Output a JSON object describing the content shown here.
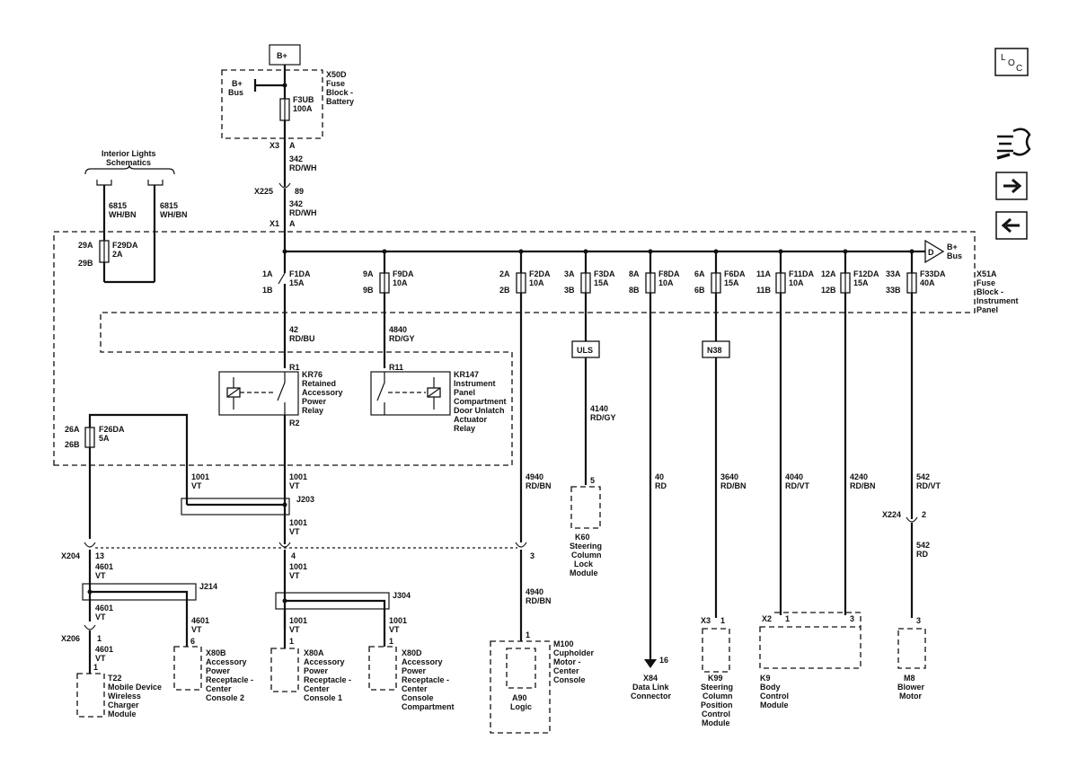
{
  "side_icons": [
    {
      "name": "loc-icon",
      "label": "L",
      "label2": "O",
      "label3": "C"
    },
    {
      "name": "service-tools-icon"
    },
    {
      "name": "next-page-arrow-icon"
    },
    {
      "name": "previous-page-arrow-icon"
    }
  ],
  "labels": {
    "bplus_top": "B+",
    "x50d": [
      "X50D",
      "Fuse",
      "Block -",
      "Battery"
    ],
    "bplus_bus1": [
      "B+",
      "Bus"
    ],
    "f3ub": [
      "F3UB",
      "100A"
    ],
    "x3": "X3",
    "a1": "A",
    "w342a": [
      "342",
      "RD/WH"
    ],
    "x225": "X225",
    "p89": "89",
    "w342b": [
      "342",
      "RD/WH"
    ],
    "x1": "X1",
    "a2": "A",
    "interior": [
      "Interior Lights",
      "Schematics"
    ],
    "w6815a": [
      "6815",
      "WH/BN"
    ],
    "w6815b": [
      "6815",
      "WH/BN"
    ],
    "f29": {
      "top": "29A",
      "bot": "29B",
      "name": "F29DA",
      "amp": "2A"
    },
    "bplus_bus2": [
      "B+",
      "Bus"
    ],
    "x51a": [
      "X51A",
      "Fuse",
      "Block -",
      "Instrument",
      "Panel"
    ],
    "fuses": [
      {
        "top": "1A",
        "bot": "1B",
        "name": "F1DA",
        "amp": "15A"
      },
      {
        "top": "9A",
        "bot": "9B",
        "name": "F9DA",
        "amp": "10A"
      },
      {
        "top": "2A",
        "bot": "2B",
        "name": "F2DA",
        "amp": "10A"
      },
      {
        "top": "3A",
        "bot": "3B",
        "name": "F3DA",
        "amp": "15A"
      },
      {
        "top": "8A",
        "bot": "8B",
        "name": "F8DA",
        "amp": "10A"
      },
      {
        "top": "6A",
        "bot": "6B",
        "name": "F6DA",
        "amp": "15A"
      },
      {
        "top": "11A",
        "bot": "11B",
        "name": "F11DA",
        "amp": "10A"
      },
      {
        "top": "12A",
        "bot": "12B",
        "name": "F12DA",
        "amp": "15A"
      },
      {
        "top": "33A",
        "bot": "33B",
        "name": "F33DA",
        "amp": "40A"
      }
    ],
    "d_conn": "D",
    "w42": [
      "42",
      "RD/BU"
    ],
    "w4840": [
      "4840",
      "RD/GY"
    ],
    "r1": "R1",
    "r2": "R2",
    "r11": "R11",
    "kr76": [
      "KR76",
      "Retained",
      "Accessory",
      "Power",
      "Relay"
    ],
    "kr147": [
      "KR147",
      "Instrument",
      "Panel",
      "Compartment",
      "Door Unlatch",
      "Actuator",
      "Relay"
    ],
    "uls": "ULS",
    "n38": "N38",
    "w4140": [
      "4140",
      "RD/GY"
    ],
    "f26": {
      "top": "26A",
      "bot": "26B",
      "name": "F26DA",
      "amp": "5A"
    },
    "w1001a": [
      "1001",
      "VT"
    ],
    "w1001b": [
      "1001",
      "VT"
    ],
    "w1001c": [
      "1001",
      "VT"
    ],
    "j203": "J203",
    "w4940a": [
      "4940",
      "RD/BN"
    ],
    "w40": [
      "40",
      "RD"
    ],
    "w3640": [
      "3640",
      "RD/BN"
    ],
    "w4040": [
      "4040",
      "RD/VT"
    ],
    "w4240": [
      "4240",
      "RD/BN"
    ],
    "w542a": [
      "542",
      "RD/VT"
    ],
    "p5": "5",
    "k60": [
      "K60",
      "Steering",
      "Column",
      "Lock",
      "Module"
    ],
    "x224": "X224",
    "p2": "2",
    "w542b": [
      "542",
      "RD"
    ],
    "x204": "X204",
    "p13": "13",
    "p4": "4",
    "p3": "3",
    "w4601a": [
      "4601",
      "VT"
    ],
    "w1001d": [
      "1001",
      "VT"
    ],
    "j214": "J214",
    "j304": "J304",
    "w4940b": [
      "4940",
      "RD/BN"
    ],
    "w4601b": [
      "4601",
      "VT"
    ],
    "w4601c": [
      "4601",
      "VT"
    ],
    "p6": "6",
    "w1001e": [
      "1001",
      "VT"
    ],
    "w1001f": [
      "1001",
      "VT"
    ],
    "x206": "X206",
    "p1a": "1",
    "w4601d": [
      "4601",
      "VT"
    ],
    "p1b": "1",
    "p1c": "1",
    "p1d": "1",
    "p1e": "1",
    "m100": [
      "M100",
      "Cupholder",
      "Motor -",
      "Center",
      "Console"
    ],
    "a90": [
      "A90",
      "Logic"
    ],
    "p16": "16",
    "x84": [
      "X84",
      "Data Link",
      "Connector"
    ],
    "x3b": "X3",
    "p1f": "1",
    "x2": "X2",
    "p1g": "1",
    "p3b": "3",
    "p3c": "3",
    "t22": [
      "T22",
      "Mobile Device",
      "Wireless",
      "Charger",
      "Module"
    ],
    "x80b": [
      "X80B",
      "Accessory",
      "Power",
      "Receptacle -",
      "Center",
      "Console 2"
    ],
    "x80a": [
      "X80A",
      "Accessory",
      "Power",
      "Receptacle -",
      "Center",
      "Console 1"
    ],
    "x80d": [
      "X80D",
      "Accessory",
      "Power",
      "Receptacle -",
      "Center",
      "Console",
      "Compartment"
    ],
    "k99": [
      "K99",
      "Steering",
      "Column",
      "Position",
      "Control",
      "Module"
    ],
    "k9": [
      "K9",
      "Body",
      "Control",
      "Module"
    ],
    "m8": [
      "M8",
      "Blower",
      "Motor"
    ]
  }
}
